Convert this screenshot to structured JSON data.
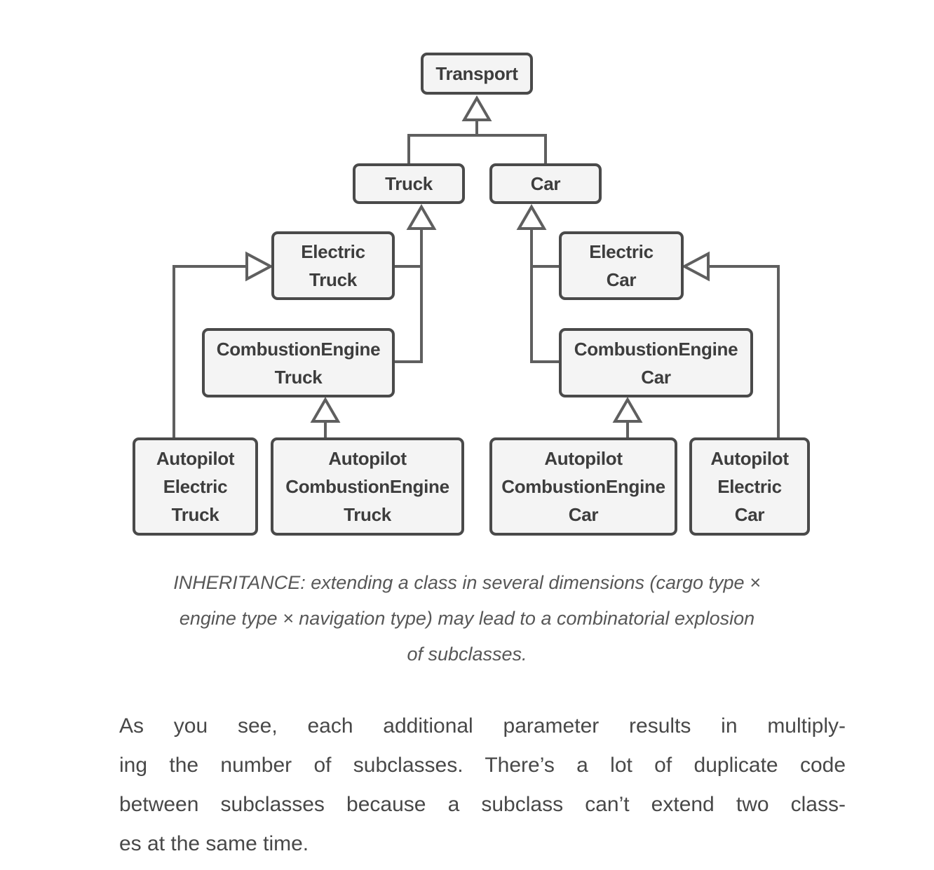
{
  "colors": {
    "page_bg": "#ffffff",
    "node_fill": "#f4f4f4",
    "node_border": "#4a4a4a",
    "node_text": "#3d3d3d",
    "connector": "#5f5f5f",
    "caption_text": "#575757",
    "body_text": "#484848"
  },
  "diagram": {
    "title": "Inheritance combinatorial explosion class diagram",
    "nodes": {
      "transport": {
        "label": "Transport"
      },
      "truck": {
        "label": "Truck"
      },
      "car": {
        "label": "Car"
      },
      "electric_truck": {
        "label": "Electric\nTruck"
      },
      "electric_car": {
        "label": "Electric\nCar"
      },
      "combustion_engine_truck": {
        "label": "CombustionEngine\nTruck"
      },
      "combustion_engine_car": {
        "label": "CombustionEngine\nCar"
      },
      "autopilot_electric_truck": {
        "label": "Autopilot\nElectric\nTruck"
      },
      "autopilot_combustion_engine_truck": {
        "label": "Autopilot\nCombustionEngine\nTruck"
      },
      "autopilot_combustion_engine_car": {
        "label": "Autopilot\nCombustionEngine\nCar"
      },
      "autopilot_electric_car": {
        "label": "Autopilot\nElectric\nCar"
      }
    }
  },
  "caption": {
    "lines": [
      "INHERITANCE: extending a class in several dimensions (cargo type ×",
      "engine type × navigation type) may lead to a combinatorial explosion",
      "of subclasses."
    ]
  },
  "paragraph": {
    "lines": [
      "As you see, each additional parameter results in multiply-",
      "ing the number of subclasses. There’s a lot of duplicate code",
      "between subclasses because a subclass can’t extend two class-",
      "es at the same time."
    ]
  }
}
